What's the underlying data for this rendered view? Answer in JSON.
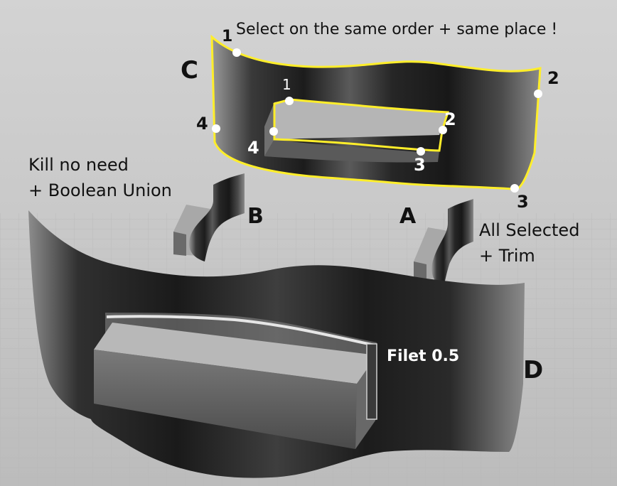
{
  "instruction": "Select on the same order + same place !",
  "notes": {
    "kill": "Kill no need",
    "boolean": "+ Boolean Union",
    "all_selected": "All Selected",
    "trim": "+ Trim",
    "filet": "Filet 0.5"
  },
  "labels": {
    "a": "A",
    "b": "B",
    "c": "C",
    "d": "D"
  },
  "outer_points": [
    "1",
    "2",
    "3",
    "4"
  ],
  "inner_points": [
    "1",
    "2",
    "3",
    "4"
  ],
  "colors": {
    "highlight": "#ffee2a",
    "surface_dark": "#1e1e1e",
    "background": "#c9c9c9"
  }
}
